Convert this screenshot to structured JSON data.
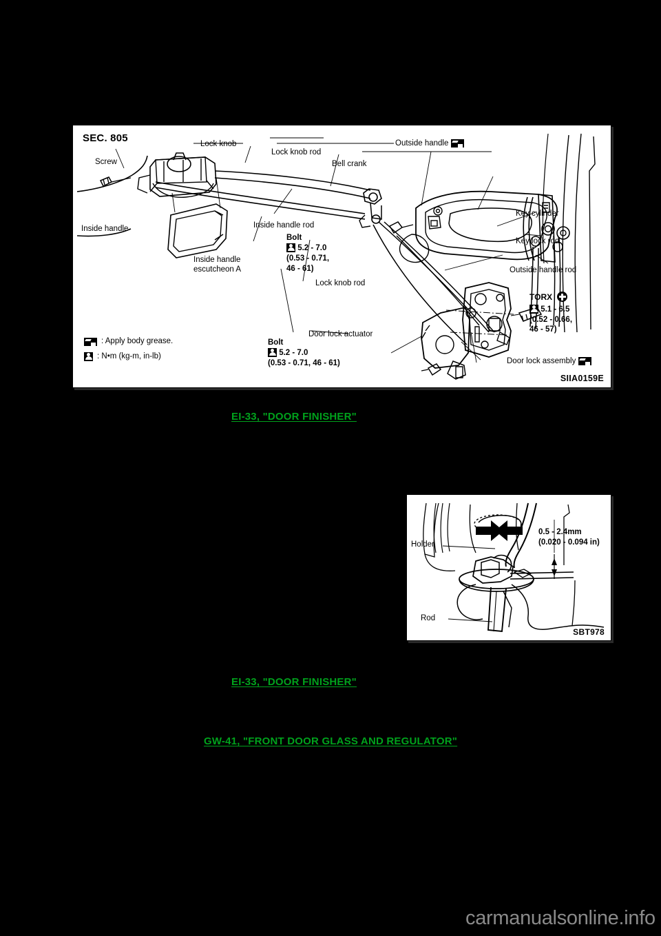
{
  "figure": {
    "section_label": "SEC. 805",
    "code": "SIIA0159E",
    "callouts": [
      {
        "id": "screw",
        "text": "Screw"
      },
      {
        "id": "lock-knob",
        "text": "Lock knob"
      },
      {
        "id": "lock-knob-rod-top",
        "text": "Lock knob rod"
      },
      {
        "id": "bell-crank",
        "text": "Bell crank"
      },
      {
        "id": "outside-handle",
        "text": "Outside handle"
      },
      {
        "id": "inside-handle",
        "text": "Inside handle"
      },
      {
        "id": "inside-handle-rod",
        "text": "Inside handle rod"
      },
      {
        "id": "inside-handle-escutcheon-a",
        "text": "Inside handle\nescutcheon A"
      },
      {
        "id": "key-cylinder",
        "text": "Key cylinder"
      },
      {
        "id": "key-lock-rod",
        "text": "Key lock rod"
      },
      {
        "id": "outside-handle-rod",
        "text": "Outside handle rod"
      },
      {
        "id": "lock-knob-rod-mid",
        "text": "Lock knob rod"
      },
      {
        "id": "door-lock-actuator",
        "text": "Door lock actuator"
      },
      {
        "id": "door-lock-assembly",
        "text": "Door lock assembly"
      }
    ],
    "specs": [
      {
        "id": "bolt-upper",
        "caption": "Bolt",
        "value": "5.2 - 7.0",
        "converted_line1": "(0.53 - 0.71,",
        "converted_line2": "46 - 61)"
      },
      {
        "id": "bolt-lower",
        "caption": "Bolt",
        "value": "5.2 - 7.0",
        "converted_line1": "(0.53 - 0.71, 46 - 61)",
        "converted_line2": ""
      },
      {
        "id": "torx",
        "caption": "TORX",
        "value": "5.1 - 6.5",
        "converted_line1": "(0.52 - 0.66,",
        "converted_line2": "46 - 57)"
      }
    ],
    "legend": [
      {
        "id": "grease",
        "icon": "grease-icon",
        "text": ": Apply body grease."
      },
      {
        "id": "torque",
        "icon": "torque-icon",
        "text": ": N•m  (kg-m,  in-lb)"
      }
    ]
  },
  "inset": {
    "code": "SBT978",
    "labels": [
      {
        "id": "holder",
        "text": "Holder"
      },
      {
        "id": "rod",
        "text": "Rod"
      }
    ],
    "dimension": {
      "metric": "0.5 - 2.4mm",
      "imperial": "(0.020 - 0.094 in)"
    }
  },
  "xrefs": [
    {
      "id": "door-finisher-1",
      "text": "EI-33, \"DOOR FINISHER\""
    },
    {
      "id": "door-finisher-2",
      "text": "EI-33, \"DOOR FINISHER\""
    },
    {
      "id": "front-door-glass-regulator",
      "text": "GW-41, \"FRONT DOOR GLASS AND REGULATOR\""
    }
  ],
  "watermark": {
    "text": "carmanualsonline.info"
  },
  "colors": {
    "background": "#000000",
    "paper": "#ffffff",
    "link": "#00a21c",
    "watermark": "#8a8a8a"
  }
}
